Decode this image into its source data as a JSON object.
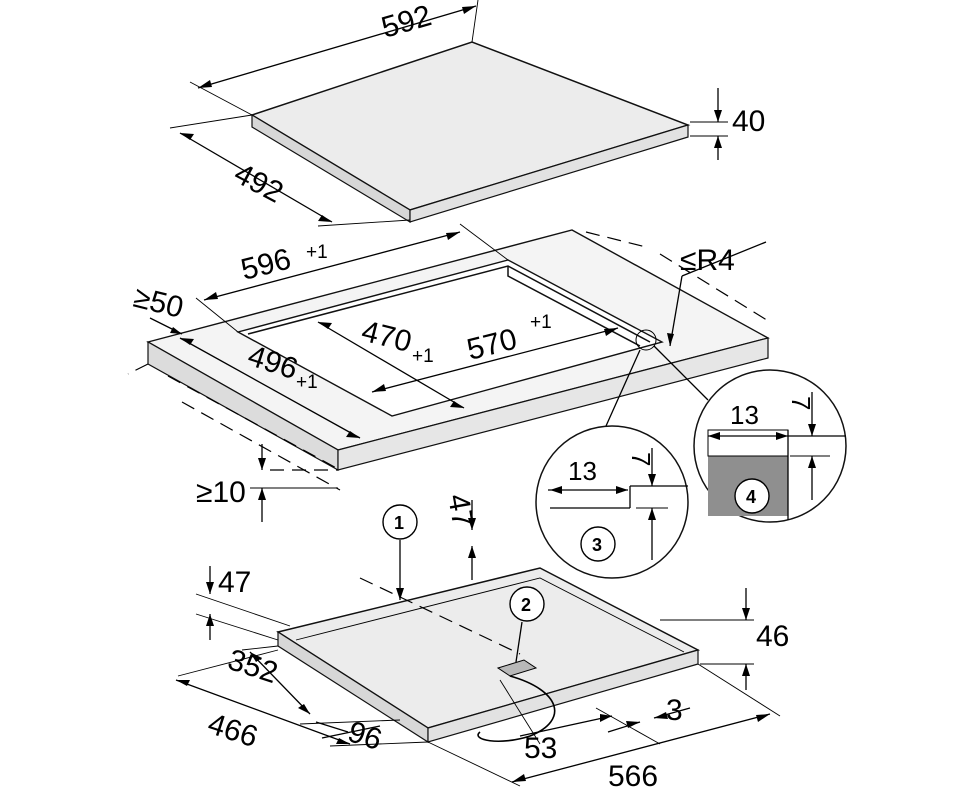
{
  "hob": {
    "width": "592",
    "depth": "492",
    "thickness": "40"
  },
  "cutout": {
    "overall_width": "596",
    "overall_width_tol": "+1",
    "overall_depth": "496",
    "overall_depth_tol": "+1",
    "inner_width": "570",
    "inner_width_tol": "+1",
    "inner_depth": "470",
    "inner_depth_tol": "+1",
    "corner_radius": "≤R4",
    "min_front_distance": "≥50",
    "min_worktop_thickness": "≥10"
  },
  "details": [
    {
      "marker": "3",
      "width": "13",
      "height": "7"
    },
    {
      "marker": "4",
      "width": "13",
      "height": "7"
    }
  ],
  "underside": {
    "marker_1": "1",
    "marker_2": "2",
    "offset_top": "47",
    "offset_left": "47",
    "height": "46",
    "depth": "466",
    "inner_depth": "352",
    "connection_offset": "96",
    "connection_distance": "53",
    "edge_gap": "3",
    "width": "566"
  },
  "colors": {
    "panel_face": "#ececec",
    "panel_side": "#d7d7d7",
    "lines": "#000000",
    "detail_fill": "#8f8f8f"
  }
}
